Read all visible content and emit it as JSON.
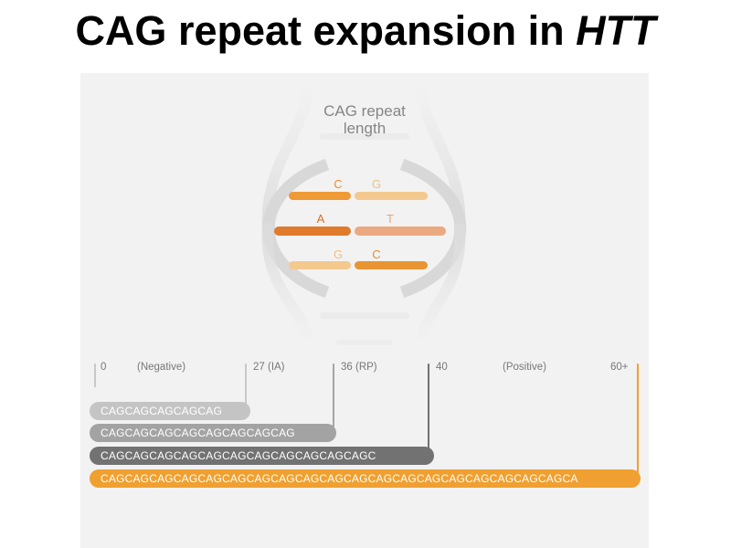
{
  "title": {
    "main": "CAG repeat expansion in ",
    "gene": "HTT"
  },
  "diagram": {
    "helix_label_line1": "CAG repeat",
    "helix_label_line2": "length",
    "base_pairs": [
      {
        "left": "C",
        "right": "G",
        "left_color": "#ee9a37",
        "right_color": "#f3c98e"
      },
      {
        "left": "A",
        "right": "T",
        "left_color": "#e07a2c",
        "right_color": "#eba981"
      },
      {
        "left": "G",
        "right": "C",
        "left_color": "#f3c98e",
        "right_color": "#e99432"
      }
    ],
    "scale": [
      {
        "label": "0",
        "tick_color": "#c8c8c8"
      },
      {
        "label": "(Negative)"
      },
      {
        "label": "27 (IA)",
        "tick_color": "#c8c8c8"
      },
      {
        "label": "36 (RP)",
        "tick_color": "#a5a5a5"
      },
      {
        "label": "40",
        "tick_color": "#707070"
      },
      {
        "label": "(Positive)"
      },
      {
        "label": "60+",
        "tick_color": "#f0a030"
      }
    ],
    "repeat_bars": [
      {
        "sequence": "CAGCAGCAGCAGCAG",
        "color": "#c4c4c4"
      },
      {
        "sequence": "CAGCAGCAGCAGCAGCAGCAGCAG",
        "color": "#a3a3a3"
      },
      {
        "sequence": "CAGCAGCAGCAGCAGCAGCAGCAGCAGCAGCAGC",
        "color": "#727272"
      },
      {
        "sequence": "CAGCAGCAGCAGCAGCAGCAGCAGCAGCAGCAGCAGCAGCAGCAGCAGCAGCAGCAGCA",
        "color": "#f0a030"
      }
    ]
  }
}
